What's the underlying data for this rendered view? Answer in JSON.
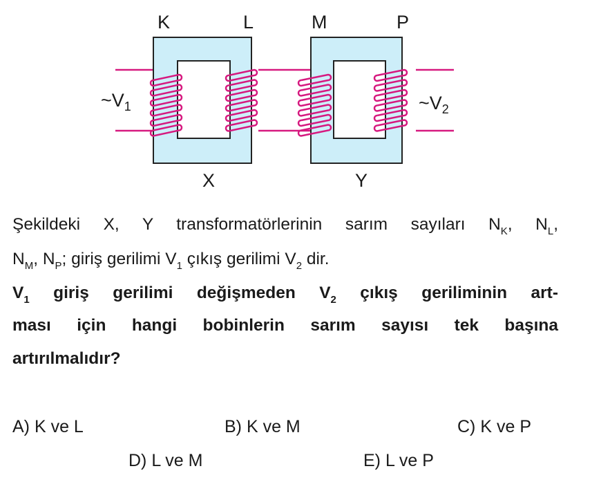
{
  "figure": {
    "labels": {
      "K": "K",
      "L": "L",
      "M": "M",
      "P": "P",
      "X": "X",
      "Y": "Y"
    },
    "v1": {
      "prefix": "~V",
      "sub": "1"
    },
    "v2": {
      "prefix": "~V",
      "sub": "2"
    },
    "colors": {
      "core": "#cdeef9",
      "wire": "#d6197f",
      "outline": "#222222"
    }
  },
  "question": {
    "line1": {
      "a": "Şekildeki X, Y transformatörlerinin sarım sayıları N",
      "s1": "K",
      "b": ", N",
      "s2": "L",
      "c": ","
    },
    "line2": {
      "a": "N",
      "s1": "M",
      "b": ", N",
      "s2": "P",
      "c": "; giriş gerilimi V",
      "s3": "1",
      "d": " çıkış gerilimi V",
      "s4": "2",
      "e": " dir."
    },
    "line3": {
      "a": "V",
      "s1": "1",
      "b": " giriş gerilimi değişmeden V",
      "s2": "2",
      "c": " çıkış geriliminin art-"
    },
    "line4": "ması için hangi bobinlerin sarım sayısı tek başına",
    "line5": "artırılmalıdır?"
  },
  "options": [
    {
      "letter": "A)",
      "text": "K ve L"
    },
    {
      "letter": "B)",
      "text": "K ve M"
    },
    {
      "letter": "C)",
      "text": "K ve P"
    },
    {
      "letter": "D)",
      "text": "L ve M"
    },
    {
      "letter": "E)",
      "text": "L ve P"
    }
  ]
}
